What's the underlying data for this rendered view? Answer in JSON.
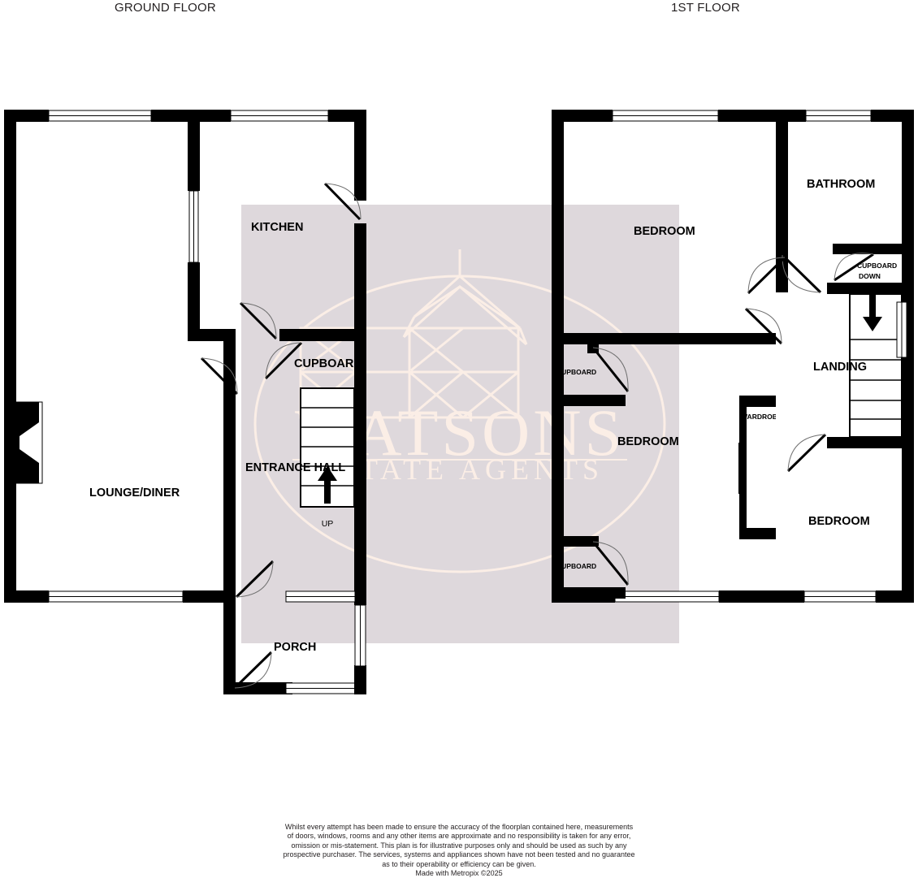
{
  "titles": {
    "ground": "GROUND FLOOR",
    "first": "1ST FLOOR"
  },
  "ground_floor": {
    "rooms": [
      {
        "key": "lounge_diner",
        "label": "LOUNGE/DINER"
      },
      {
        "key": "kitchen",
        "label": "KITCHEN"
      },
      {
        "key": "cupboard",
        "label": "CUPBOARD"
      },
      {
        "key": "entrance_hall",
        "label": "ENTRANCE HALL"
      },
      {
        "key": "porch",
        "label": "PORCH"
      }
    ],
    "stair_direction": "UP"
  },
  "first_floor": {
    "rooms": [
      {
        "key": "bedroom_1",
        "label": "BEDROOM"
      },
      {
        "key": "bedroom_2",
        "label": "BEDROOM"
      },
      {
        "key": "bedroom_3",
        "label": "BEDROOM"
      },
      {
        "key": "bathroom",
        "label": "BATHROOM"
      },
      {
        "key": "landing",
        "label": "LANDING"
      },
      {
        "key": "cupboard_upper",
        "label": "CUPBOARD"
      },
      {
        "key": "cupboard_lower",
        "label": "CUPBOARD"
      },
      {
        "key": "cupboard_stair",
        "label": "CUPBOARD"
      },
      {
        "key": "wardrobe",
        "label": "WARDROBE"
      }
    ],
    "stair_direction": "DOWN"
  },
  "watermark": {
    "brand": "WATSONS",
    "tagline": "ESTATE AGENTS"
  },
  "disclaimer": {
    "line1": "Whilst every attempt has been made to ensure the accuracy of the floorplan contained here, measurements",
    "line2": "of doors, windows, rooms and any other items are approximate and no responsibility is taken for any error,",
    "line3": "omission or mis-statement. This plan is for illustrative purposes only and should be used as such by any",
    "line4": "prospective purchaser. The services, systems and appliances shown have not been tested and no guarantee",
    "line5": "as to their operability or efficiency can be given.",
    "made_with": "Made with Metropix ©2025"
  },
  "colors": {
    "wall": "#000000",
    "watermark_panel": "#ded8dc",
    "watermark_ink": "#fbeee6",
    "text": "#231f20"
  }
}
